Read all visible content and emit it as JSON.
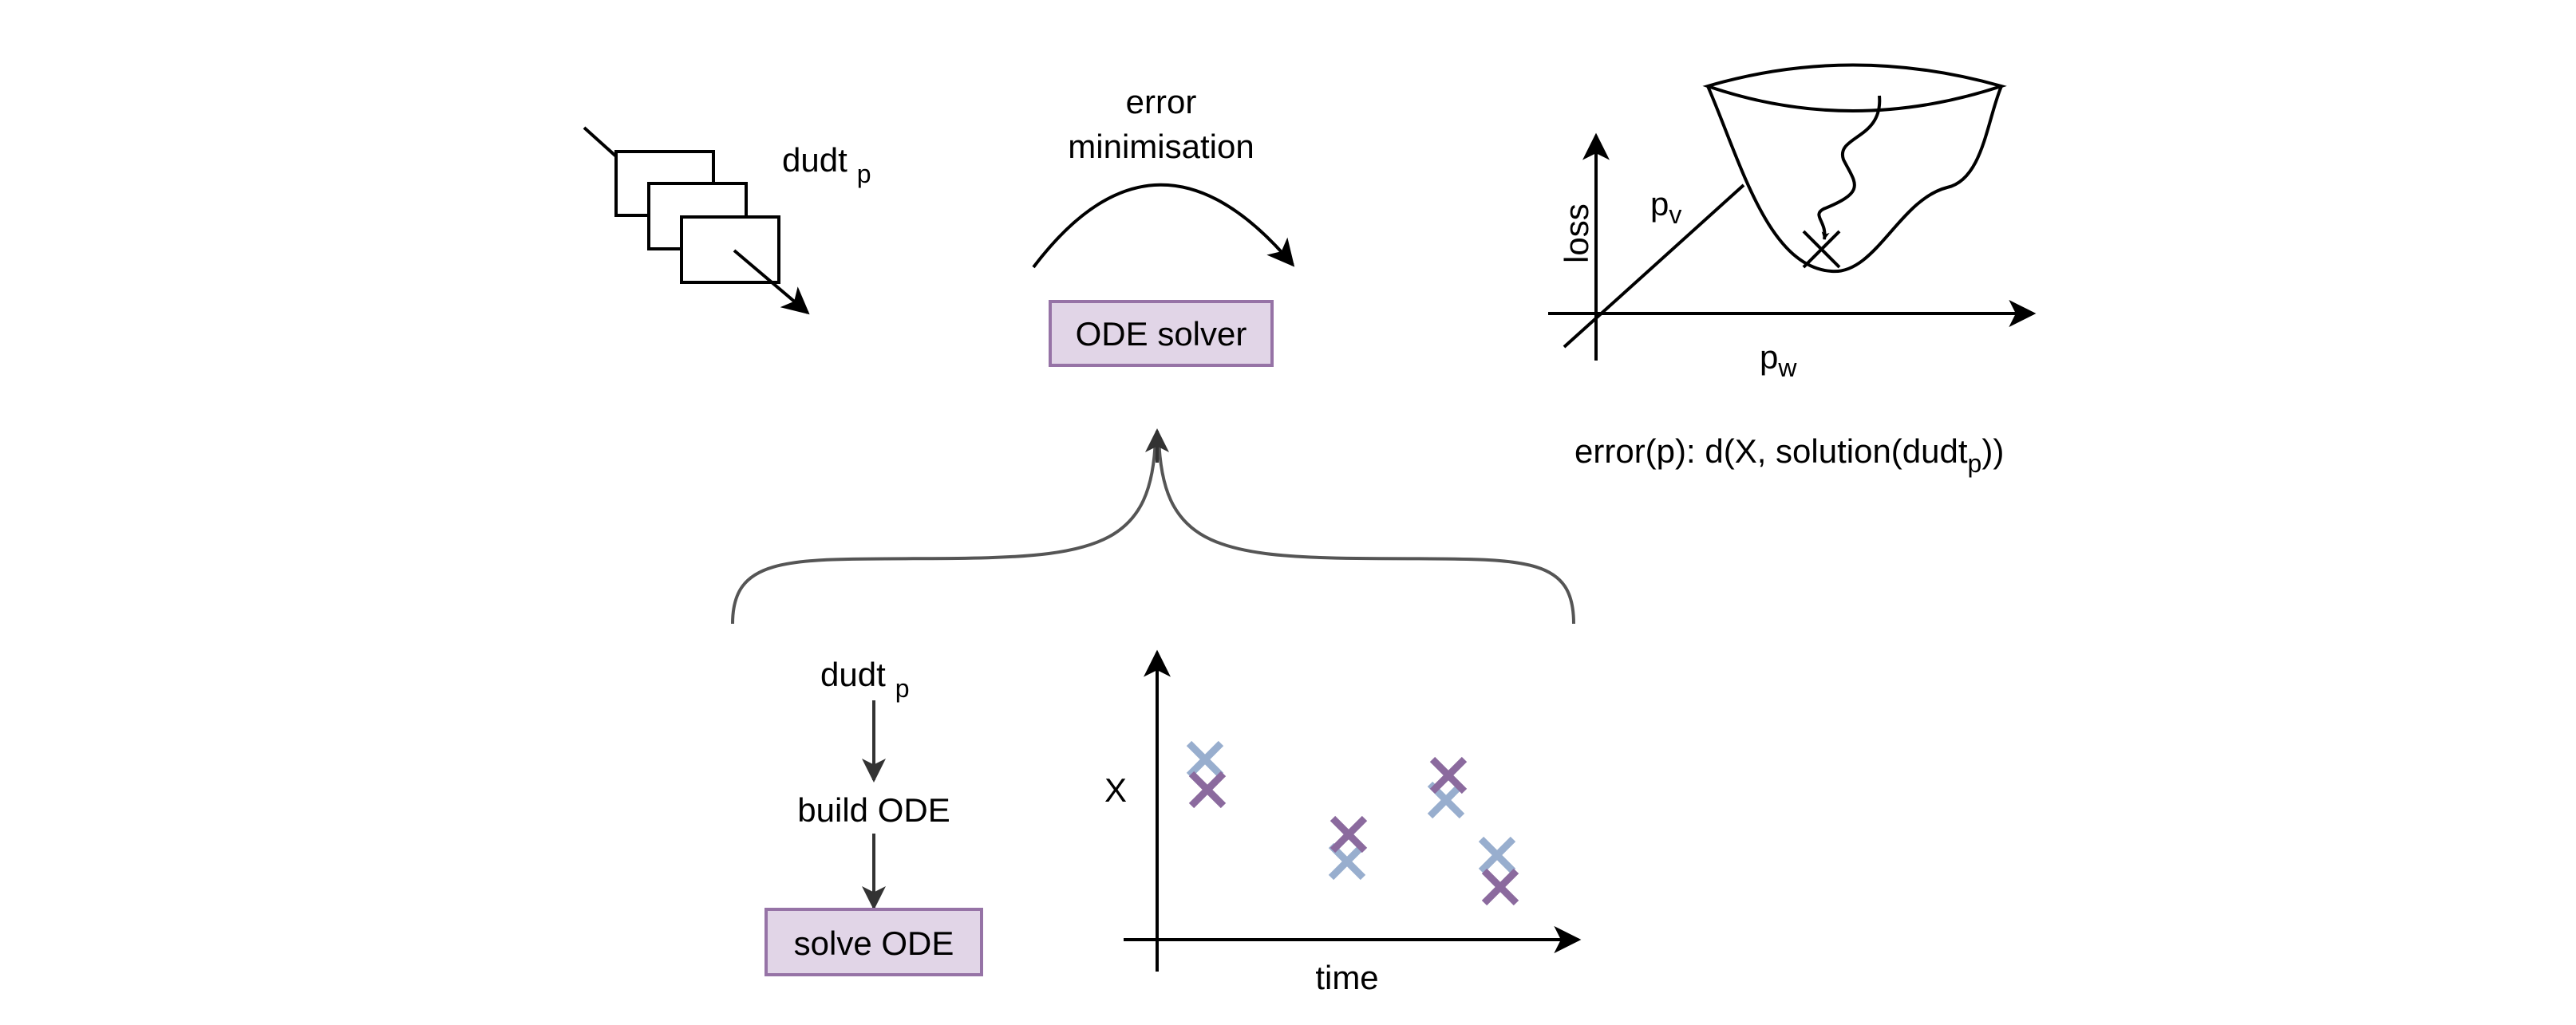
{
  "colors": {
    "line": "#000000",
    "brace": "#555555",
    "box_fill": "#e1d5e7",
    "box_stroke": "#9673a6",
    "marker_light": "#98aece",
    "marker_dark": "#8b6a9e"
  },
  "top_left": {
    "label_main": "dudt",
    "label_sub": "p"
  },
  "top_middle": {
    "arc_label_line1": "error",
    "arc_label_line2": "minimisation",
    "solver_box": "ODE solver"
  },
  "top_right": {
    "y_axis_label": "loss",
    "pv_main": "p",
    "pv_sub": "v",
    "pw_main": "p",
    "pw_sub": "w",
    "formula_main": "error(p): d(X, solution(dudt",
    "formula_sub": "p",
    "formula_end": "))"
  },
  "bottom_left": {
    "step1_main": "dudt",
    "step1_sub": "p",
    "step2": "build ODE",
    "step3": "solve ODE"
  },
  "bottom_chart": {
    "y_axis_label": "X",
    "x_axis_label": "time",
    "marker_icon": "cross-marker-icon"
  }
}
